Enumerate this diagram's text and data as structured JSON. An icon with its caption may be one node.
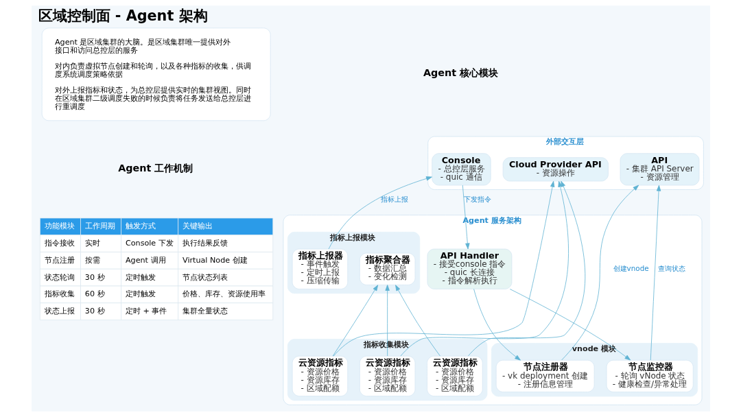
{
  "diagram": {
    "title": "区域控制面 - Agent 架构",
    "nodes": [
      {
        "text": [
          "Agent 是区域集群的大脑。是区域集群唯一提供对外接口和访问总控层的服务",
          "对内负责虚拟节点创建和轮询，以及各种指标的收集，供调度系统调度策略依据",
          "对外上报指标和状态，为总控层提供实时的集群视图。同时在区域集群二级调度失败的时候负责将任务发送给总控层进行重调度"
        ]
      },
      {
        "text": [
          "外部交互层"
        ]
      },
      {
        "text": [
          "Console",
          "- 总控层服务",
          "- quic 通信"
        ],
        "in": 1
      },
      {
        "text": [
          "Cloud Provider API",
          "- 资源操作"
        ],
        "in": 1
      },
      {
        "text": [
          "API",
          "- 集群 API Server",
          "- 资源管理"
        ],
        "in": 1
      },
      {
        "text": [
          "Agent 服务架构"
        ]
      },
      {
        "text": [
          "API Handler",
          "- 接受console 指令",
          "- quic 长连接",
          "- 指令解析执行"
        ],
        "in": 5
      },
      {
        "text": [
          "指标上报模块"
        ],
        "in": 5
      },
      {
        "text": [
          "指标聚合器",
          "- 数据汇总",
          "- 变化检测"
        ],
        "in": 7
      },
      {
        "text": [
          "指标上报器",
          "- 事件触发",
          "- 定时上报",
          "- 压缩传输"
        ],
        "in": 7
      },
      {
        "text": [
          "vnode 模块"
        ],
        "in": 5
      },
      {
        "text": [
          "节点注册器",
          "- vk deployment 创建",
          "- 注册信息管理"
        ],
        "in": 10
      },
      {
        "text": [
          "节点监控器",
          "- 轮询 vNode 状态",
          "- 健康检查/异常处理"
        ],
        "in": 10
      },
      {
        "text": [
          "指标收集模块"
        ],
        "in": 5
      },
      {
        "text": [
          "云资源指标",
          "- 资源价格",
          "- 资源库存",
          "- 区域配额"
        ],
        "in": 13
      },
      {
        "text": [
          "云资源指标",
          "- 资源价格",
          "- 资源库存",
          "- 区域配额"
        ],
        "in": 13
      },
      {
        "text": [
          "云资源指标",
          "- 资源价格",
          "- 资源库存",
          "- 区域配额"
        ],
        "in": 13
      }
    ],
    "edges": [
      {
        "from": 2,
        "to": 6,
        "arrow": "to",
        "label": "下发指令"
      },
      {
        "from": 9,
        "to": 2,
        "arrow": "to",
        "label": "指标上报"
      },
      {
        "from": 6,
        "to": 11,
        "arrow": "to"
      },
      {
        "from": 6,
        "to": 12,
        "arrow": "to"
      },
      {
        "from": 11,
        "to": 4,
        "arrow": "to",
        "label": "创建vnode"
      },
      {
        "from": 12,
        "to": 4,
        "arrow": "to",
        "label": "查询状态"
      },
      {
        "from": 14,
        "to": 3,
        "arrow": "to"
      },
      {
        "from": 15,
        "to": 3,
        "arrow": "to"
      },
      {
        "from": 16,
        "to": 3,
        "arrow": "to"
      },
      {
        "from": 14,
        "to": 8,
        "arrow": "to"
      },
      {
        "from": 15,
        "to": 8,
        "arrow": "to"
      },
      {
        "from": 16,
        "to": 8,
        "arrow": "to"
      }
    ],
    "labels": [
      "Agent 核心模块",
      "Agent 工作机制",
      "功能模块",
      "工作周期",
      "触发方式",
      "关键输出",
      "指令接收",
      "实时",
      "Console 下发",
      "执行结果反馈",
      "节点注册",
      "按需",
      "Agent 调用",
      "Virtual Node 创建",
      "状态轮询",
      "30 秒",
      "定时触发",
      "节点状态列表",
      "指标收集",
      "60 秒",
      "定时触发",
      "价格、库存、资源使用率",
      "状态上报",
      "30 秒",
      "定时 + 事件",
      "集群全量状态"
    ]
  }
}
